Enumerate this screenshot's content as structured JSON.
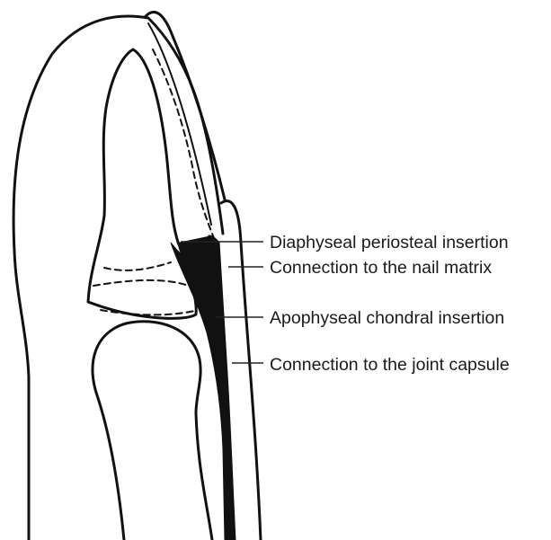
{
  "labels": {
    "diaphyseal": "Diaphyseal periosteal insertion",
    "nail_matrix": "Connection to the nail matrix",
    "apophyseal": "Apophyseal chondral insertion",
    "joint_capsule": "Connection to the joint capsule"
  },
  "colors": {
    "ink": "#111111",
    "background": "#ffffff"
  }
}
